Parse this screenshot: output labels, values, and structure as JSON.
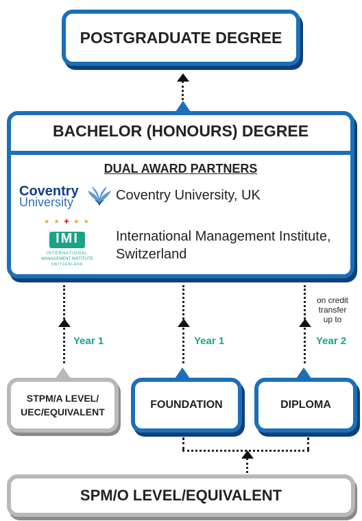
{
  "postgraduate": {
    "label": "POSTGRADUATE DEGREE"
  },
  "bachelor": {
    "title": "BACHELOR (HONOURS) DEGREE",
    "partners_heading": "DUAL AWARD PARTNERS",
    "partners": [
      {
        "logo_word1": "Coventry",
        "logo_word2": "University",
        "name": "Coventry University, UK",
        "icon": "phoenix-logo"
      },
      {
        "logo_word1": "IMI",
        "logo_word2": "INTERNATIONAL",
        "logo_word3": "MANAGEMENT INSTITUTE",
        "logo_word4": "SWITZERLAND",
        "name_line1": "International Management Institute,",
        "name_line2": "Switzerland",
        "icon": "imi-logo"
      }
    ]
  },
  "pathways": [
    {
      "label_line1": "STPM/A LEVEL/",
      "label_line2": "UEC/EQUIVALENT",
      "year": "Year 1"
    },
    {
      "label": "FOUNDATION",
      "year": "Year 1"
    },
    {
      "label": "DIPLOMA",
      "note_line1": "on credit",
      "note_line2": "transfer",
      "note_line3": "up to",
      "year": "Year 2"
    }
  ],
  "base": {
    "label": "SPM/O LEVEL/EQUIVALENT"
  },
  "colors": {
    "blue": "#1b6fb8",
    "dark_blue": "#0e3f7a",
    "gray": "#b9b9b9",
    "teal": "#1aa38a"
  }
}
